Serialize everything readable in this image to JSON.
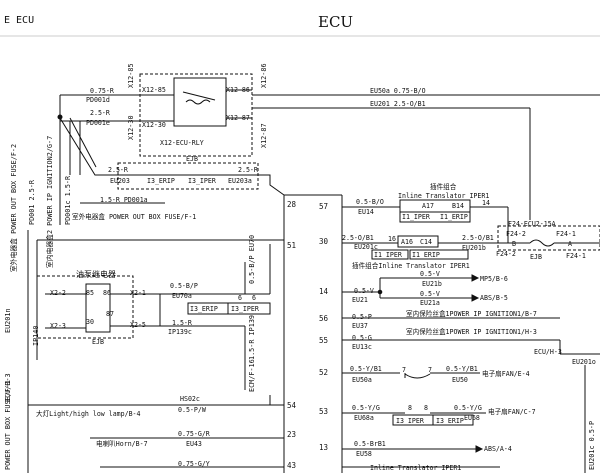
{
  "diagram": {
    "header": {
      "left": "E ECU",
      "title": "ECU"
    },
    "relay": {
      "name": "X12-ECU-RLY",
      "pins": [
        "X12-85",
        "X12-86",
        "X12-30",
        "X12-87"
      ],
      "left_pins": [
        "X12-85",
        "X12-30"
      ],
      "right_pins": [
        "X12-86",
        "X12-87"
      ]
    },
    "wires": {
      "w1_color": "0.75-R",
      "w1_id": "PD001d",
      "w2_color": "2.5-R",
      "w2_id": "PD001e",
      "eu50a": "EU50a  0.75-B/O",
      "eu201": "EU201  2.5-O/B1",
      "ejb_color1": "2.5-R",
      "ejb_color2": "2.5-R",
      "eu203": "EU203",
      "i3_erip": "I3_ERIP",
      "i3_iper": "I3_IPER",
      "eu203a": "EU203a",
      "ejb": "EJB",
      "pd001a": "1.5-R  PD001a",
      "pd001c": "PD001c 1.5-R"
    },
    "left_vertical_labels": {
      "outer_fuse": "室外电器盒 POWER OUT BOX FUSE/F-2",
      "pd001_label": "PD001 2.5-R",
      "inner_fuse": "室内电器盒2 POWER IP IGNITION2/G-7",
      "outer_fuse2": "室外电器盒 POWER OUT BOX FUSE/F-1",
      "eu201n": "EU201n",
      "eu10": "ECU/B-3",
      "pout": "POWER OUT BOX FUSE/F-1",
      "ip140": "IP140"
    },
    "pump_relay": {
      "title": "油泵继电器",
      "pins": [
        "X2-2",
        "X2-1",
        "X2-3",
        "X2-5"
      ],
      "nums": [
        "85",
        "86",
        "87",
        "30"
      ],
      "ejb": "EJB"
    },
    "mid": {
      "eu70a_color": "0.5-B/P",
      "eu70a": "EU70a",
      "num6a": "6",
      "num6b": "6",
      "i3_erip": "I3_ERIP",
      "i3_iper": "I3_IPER",
      "ip139c_color": "1.5-R",
      "ip139c": "IP139c",
      "v_eu70": "0.5-B/P EU70",
      "v_ip139": "1.5-R IP139",
      "v_ecm": "ECM/F-16",
      "hs02c": "HS02c",
      "headlamp": "大灯Light/high low lamp/B-4",
      "headlamp_color": "0.5-P/W",
      "horn_color": "0.75-G/R",
      "horn_id": "EU43",
      "horn": "电喇叭Horn/B-7",
      "last_color": "0.75-G/Y"
    },
    "ecu_pins": [
      "28",
      "51",
      "54",
      "23",
      "43"
    ],
    "right": {
      "pins": [
        "57",
        "30",
        "14",
        "56",
        "55",
        "52",
        "53",
        "13"
      ],
      "eu14_color": "0.5-B/O",
      "eu14": "EU14",
      "translator_title": "插件组合",
      "translator_sub": "Inline Translator IPER1",
      "a17": "A17",
      "b14": "B14",
      "n14": "14",
      "i1_iper": "I1_IPER",
      "i1_erip": "I1_ERIP",
      "f24_title": "F24-ECU2-15A",
      "f24_2": "F24-2",
      "f24_1": "F24-1",
      "b": "B",
      "a": "A",
      "ejb2": "EJB",
      "f24_2b": "F24-2",
      "f24_1b": "F24-1",
      "eu201c_color": "2.5-O/B1",
      "eu201c": "EU201c",
      "n16": "16",
      "a16": "A16",
      "c14": "C14",
      "eu201b_color": "2.5-O/B1",
      "eu201b": "EU201b",
      "lower_translator": "插件组合Inline Translator IPER1",
      "i1_iper2": "I1_IPER",
      "i1_erip2": "I1_ERIP",
      "eu21b_color": "0.5-V",
      "eu21b": "EU21b",
      "mp5": "MP5/B-6",
      "eu21_color": "0.5-V",
      "eu21": "EU21",
      "eu21a_color": "0.5-V",
      "eu21a": "EU21a",
      "abs5": "ABS/B-5",
      "eu37_color": "0.5-P",
      "eu37": "EU37",
      "ip_b7": "室内保险丝盒1POWER IP IGNITION1/B-7",
      "eu13c_color": "0.5-G",
      "eu13c": "EU13c",
      "ip_h3": "室内保险丝盒1POWER IP IGNITION1/H-3",
      "ecu_h3": "ECU/H-3",
      "eu201o": "EU201o",
      "eu50a_color": "0.5-Y/B1",
      "eu50a_id": "EU50a",
      "n7a": "7",
      "n7b": "7",
      "eu50_color": "0.5-Y/B1",
      "eu50": "EU50",
      "fan_e4": "电子扇FAN/E-4",
      "eu68a_color": "0.5-Y/G",
      "eu68a": "EU68a",
      "n8a": "8",
      "n8b": "8",
      "i3_iper": "I3_IPER",
      "i3_erip": "I3_ERIP",
      "eu68_color": "0.5-Y/G",
      "eu68": "EU68",
      "fan_c7": "电子扇FAN/C-7",
      "eu58_color": "0.5-BrB1",
      "eu58": "EU58",
      "abs4": "ABS/A-4",
      "bottom_translator": "Inline Translator IPER1",
      "right_v": "EU201c 0.5-P"
    }
  }
}
